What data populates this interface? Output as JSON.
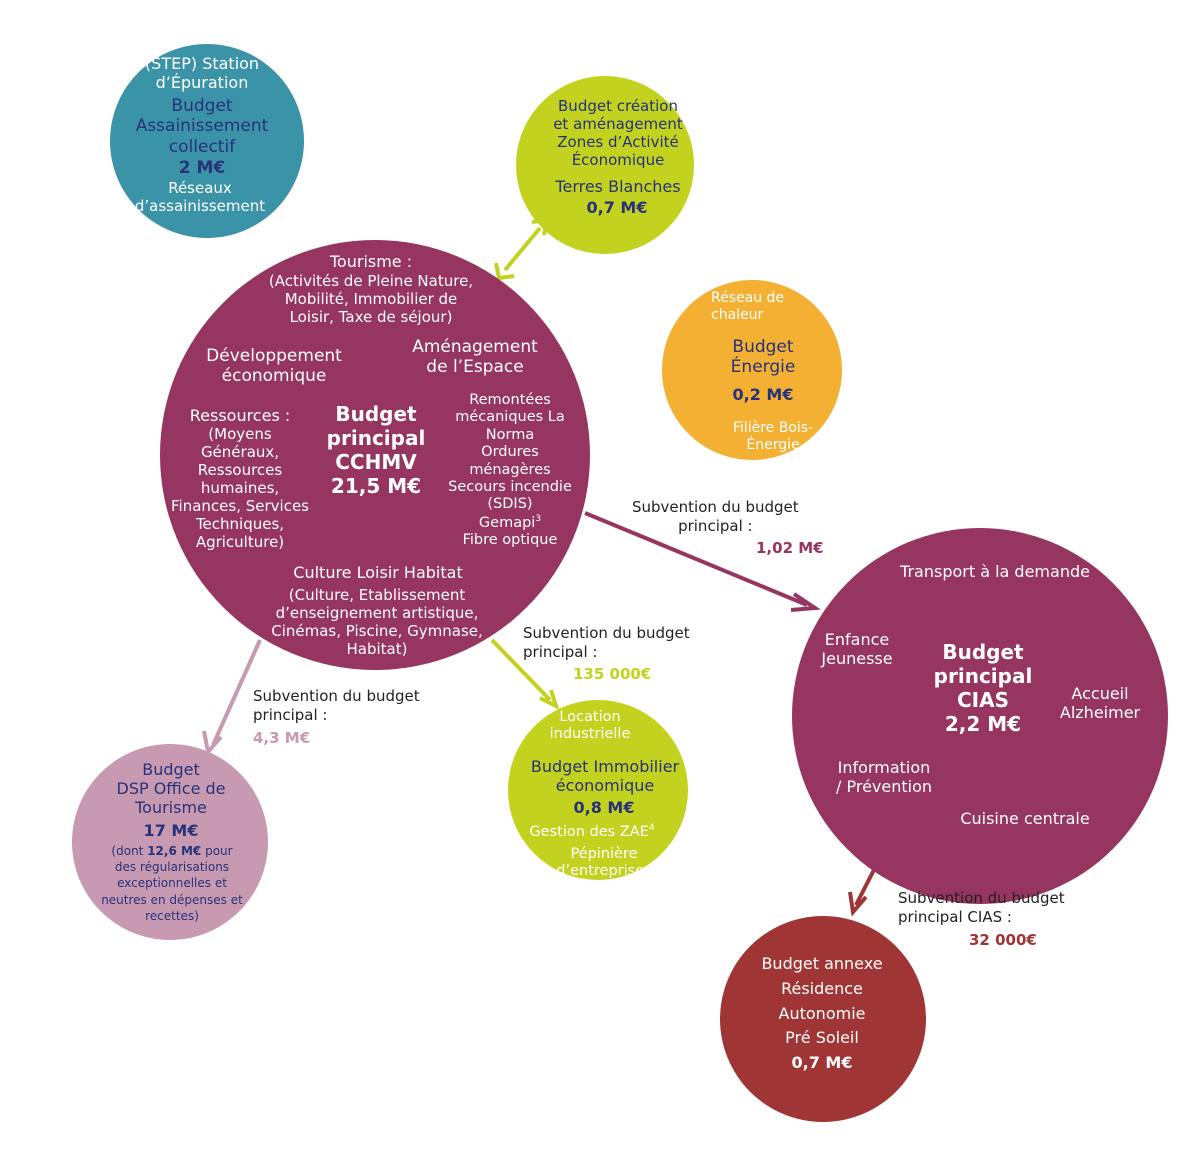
{
  "colors": {
    "teal": "#3b93a8",
    "lime": "#c2d21e",
    "plum": "#953560",
    "orange": "#f4b032",
    "mauve": "#c79ab1",
    "brick": "#a03535",
    "navy": "#27327a"
  },
  "step": {
    "title_lines": [
      "(STEP) Station",
      "d’Épuration"
    ],
    "budget_lines": [
      "Budget",
      "Assainissement",
      "collectif"
    ],
    "amount": "2 M€",
    "note_lines": [
      "Réseaux",
      "d’assainissement"
    ]
  },
  "zae": {
    "title_line1": "Budget création",
    "title_lines": [
      "et aménagement",
      "Zones d’Activité",
      "Économique"
    ],
    "name": "Terres Blanches",
    "amount": "0,7 M€"
  },
  "principal": {
    "title_lines": [
      "Budget",
      "principal",
      "CCHMV"
    ],
    "amount": "21,5 M€",
    "tourisme_title": "Tourisme :",
    "tourisme_lines": [
      "(Activités de Pleine Nature,",
      "Mobilité, Immobilier de",
      "Loisir, Taxe de séjour)"
    ],
    "dev_lines": [
      "Développement",
      "économique"
    ],
    "amenagement_lines": [
      "Aménagement",
      "de l’Espace"
    ],
    "ressources_lines": [
      "Ressources :",
      "(Moyens",
      "Généraux,",
      "Ressources",
      "humaines,",
      "Finances, Services",
      "Techniques,",
      "Agriculture)"
    ],
    "services_lines": [
      "Remontées",
      "mécaniques La",
      "Norma",
      "Ordures",
      "ménagères",
      "Secours incendie",
      "(SDIS)"
    ],
    "gemapi": "Gemapi",
    "gemapi_sup": "3",
    "fibre": "Fibre optique",
    "culture_title": "Culture Loisir Habitat",
    "culture_lines": [
      "(Culture, Etablissement",
      "d’enseignement artistique,",
      "Cinémas, Piscine, Gymnase,",
      "Habitat)"
    ]
  },
  "energie": {
    "top_lines": [
      "Réseau de",
      "chaleur"
    ],
    "budget_lines": [
      "Budget",
      "Énergie"
    ],
    "amount": "0,2 M€",
    "bottom_lines": [
      "Filière Bois-",
      "Énergie"
    ]
  },
  "cias": {
    "title_lines": [
      "Budget",
      "principal",
      "CIAS"
    ],
    "amount": "2,2 M€",
    "transport": "Transport à la demande",
    "enfance_lines": [
      "Enfance",
      "Jeunesse"
    ],
    "accueil_lines": [
      "Accueil",
      "Alzheimer"
    ],
    "info_lines": [
      "Information",
      "/ Prévention"
    ],
    "cuisine": "Cuisine centrale"
  },
  "office": {
    "title_lines": [
      "Budget",
      "DSP Office de",
      "Tourisme"
    ],
    "amount": "17 M€",
    "note_pre": "(dont ",
    "note_bold": "12,6 M€",
    "note_post": " pour",
    "note_lines": [
      "des régularisations",
      "exceptionnelles et",
      "neutres en dépenses et",
      "recettes)"
    ]
  },
  "immobilier": {
    "top_lines": [
      "Location",
      "industrielle"
    ],
    "budget_lines": [
      "Budget Immobilier",
      "économique"
    ],
    "amount": "0,8 M€",
    "gestion": "Gestion des ZAE",
    "gestion_sup": "4",
    "pepiniere_lines": [
      "Pépinière",
      "d’entreprises"
    ]
  },
  "residence": {
    "lines": [
      "Budget annexe",
      "Résidence",
      "Autonomie",
      "Pré Soleil"
    ],
    "amount": "0,7 M€"
  },
  "subventions": {
    "to_cias": {
      "label_lines": [
        "Subvention du budget",
        "principal :"
      ],
      "amount": "1,02 M€"
    },
    "to_immobilier": {
      "label_lines": [
        "Subvention du budget",
        "principal :"
      ],
      "amount": "135 000€"
    },
    "to_office": {
      "label_lines": [
        "Subvention du budget",
        "principal :"
      ],
      "amount": "4,3 M€"
    },
    "to_residence": {
      "label_lines": [
        "Subvention du budget",
        "principal CIAS :"
      ],
      "amount": "32 000€"
    }
  }
}
